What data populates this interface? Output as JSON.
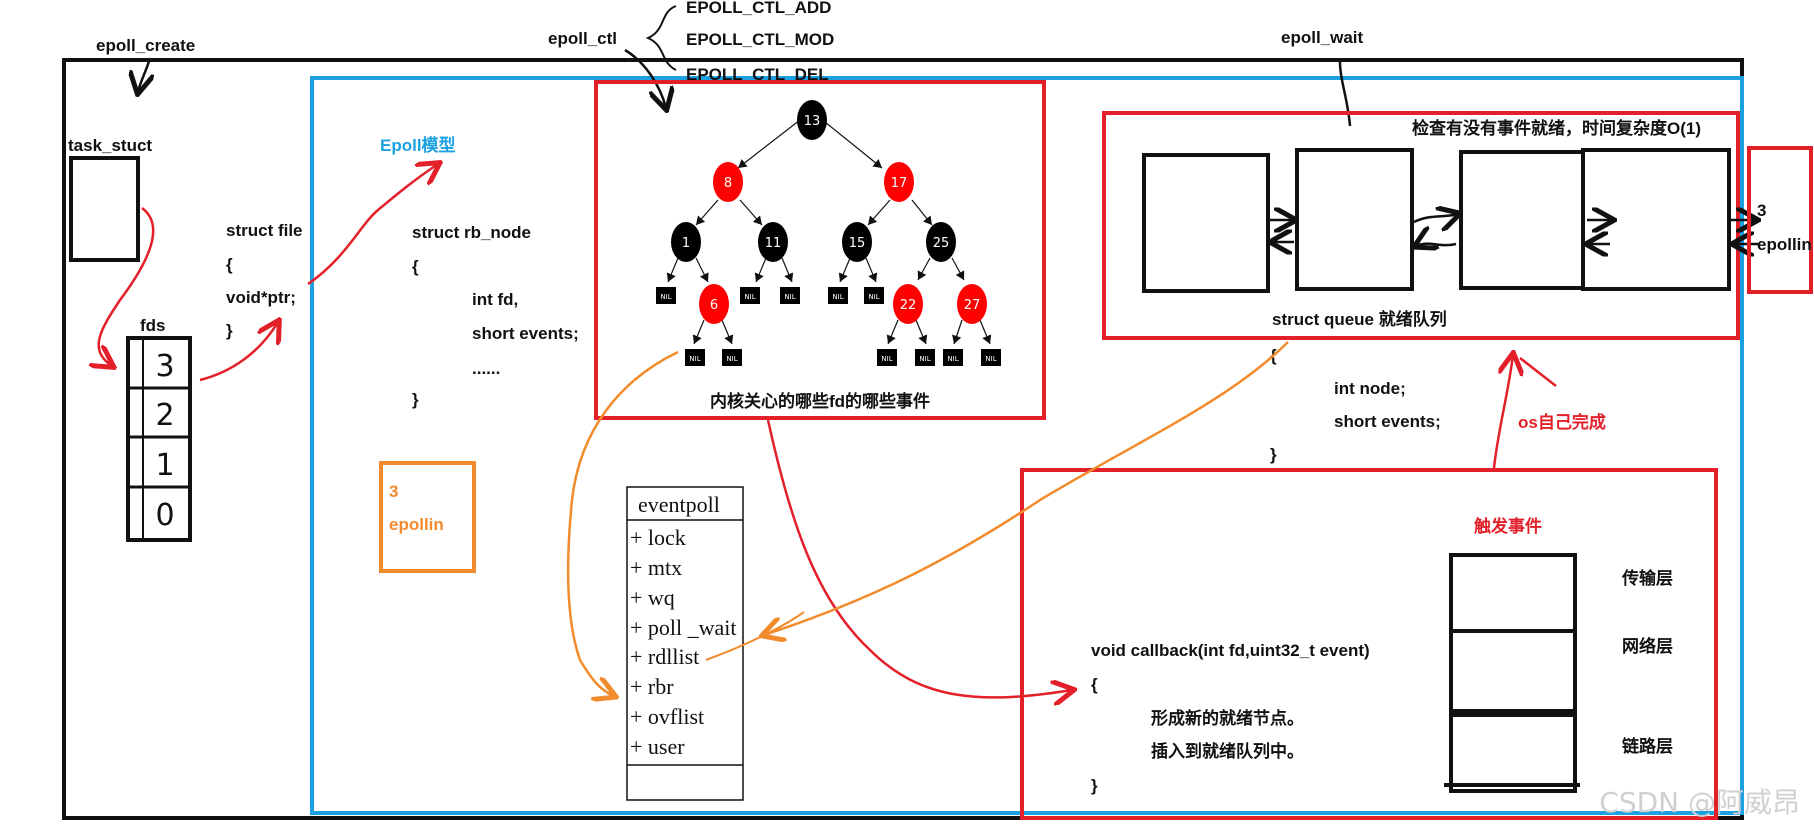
{
  "labels": {
    "epoll_create": "epoll_create",
    "task_struct": "task_stuct",
    "fds": "fds",
    "struct_file": [
      "struct file",
      "{",
      "void*ptr;",
      "}"
    ],
    "epoll_model": "Epoll模型",
    "epoll_ctl": "epoll_ctl",
    "ctl_ops": [
      "EPOLL_CTL_ADD",
      "EPOLL_CTL_MOD",
      "EPOLL_CTL_DEL"
    ],
    "rb_node": [
      "struct rb_node",
      "{",
      "int fd,",
      "short events;",
      "......",
      "}"
    ],
    "kernel_caption": "内核关心的哪些fd的哪些事件",
    "epoll_wait": "epoll_wait",
    "ready_check": "检查有没有事件就绪，时间复杂度O(1)",
    "ready_queue_name": "struct queue 就绪队列",
    "queue_node": [
      "{",
      "int node;",
      "short events;",
      "}"
    ],
    "os_done": "os自己完成",
    "trigger_event": "触发事件",
    "callback": [
      "void callback(int fd,uint32_t event)",
      "{",
      "形成新的就绪节点。",
      "插入到就绪队列中。",
      "}"
    ],
    "layers": [
      "传输层",
      "网络层",
      "链路层"
    ],
    "orange_box": [
      "3",
      "epollin"
    ],
    "right_box": [
      "3",
      "epollin"
    ],
    "watermark": "CSDN @阿威昂"
  },
  "fd_table": [
    "3",
    "2",
    "1",
    "0"
  ],
  "rb_tree": {
    "nodes": [
      "13",
      "8",
      "17",
      "1",
      "11",
      "15",
      "25",
      "6",
      "22",
      "27"
    ],
    "nil_label": "NIL"
  },
  "eventpoll": {
    "title": "eventpoll",
    "fields": [
      "+ lock",
      "+ mtx",
      "+ wq",
      "+ poll _wait",
      "+ rdllist",
      "+ rbr",
      "+ ovflist",
      "+ user"
    ]
  },
  "colors": {
    "black": "#111111",
    "blue": "#1ba1e2",
    "red": "#e3202a",
    "orange": "#f28b2c",
    "node_red": "#ff0000",
    "node_black": "#000000"
  }
}
